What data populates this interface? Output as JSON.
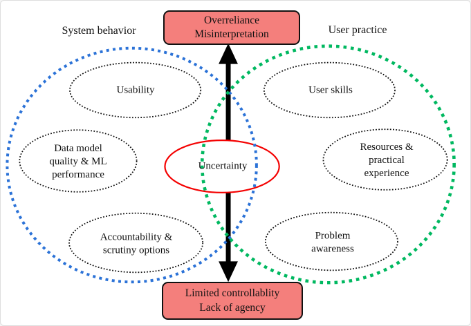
{
  "diagram_title": "",
  "colors": {
    "left_circle": "#2b72d7",
    "right_circle": "#00b860",
    "center_ellipse": "#f40000",
    "node_outline": "#111111",
    "box_fill": "#f47f7c",
    "box_border": "#111111",
    "arrow": "#000000",
    "background": "#ffffff"
  },
  "headings": {
    "left": "System behavior",
    "right": "User practice"
  },
  "top_box": {
    "line1": "Overreliance",
    "line2": "Misinterpretation"
  },
  "bottom_box": {
    "line1": "Limited controllablity",
    "line2": "Lack of agency"
  },
  "center": {
    "label": "Uncertainty"
  },
  "left_nodes": {
    "usability": {
      "line1": "Usability"
    },
    "data_model": {
      "line1": "Data model",
      "line2": "quality & ML",
      "line3": "performance"
    },
    "accountability": {
      "line1": "Accountability &",
      "line2": "scrutiny options"
    }
  },
  "right_nodes": {
    "user_skills": {
      "line1": "User skills"
    },
    "resources": {
      "line1": "Resources &",
      "line2": "practical",
      "line3": "experience"
    },
    "problem": {
      "line1": "Problem",
      "line2": "awareness"
    }
  }
}
